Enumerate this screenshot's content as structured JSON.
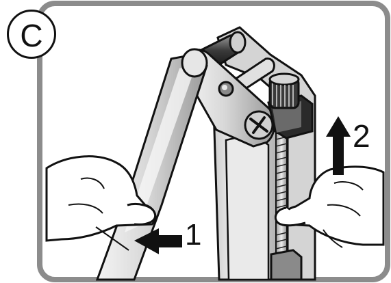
{
  "step_letter": "C",
  "callouts": [
    {
      "id": "1",
      "text": "1"
    },
    {
      "id": "2",
      "text": "2"
    }
  ],
  "colors": {
    "frame_border": "#8c8c8c",
    "background": "#ffffff",
    "ink": "#111111",
    "metal_light": "#e6e6e6",
    "metal_mid": "#bdbdbd",
    "metal_dark": "#7a7a7a"
  },
  "icons": [
    "arrow-left-icon",
    "arrow-up-icon"
  ]
}
